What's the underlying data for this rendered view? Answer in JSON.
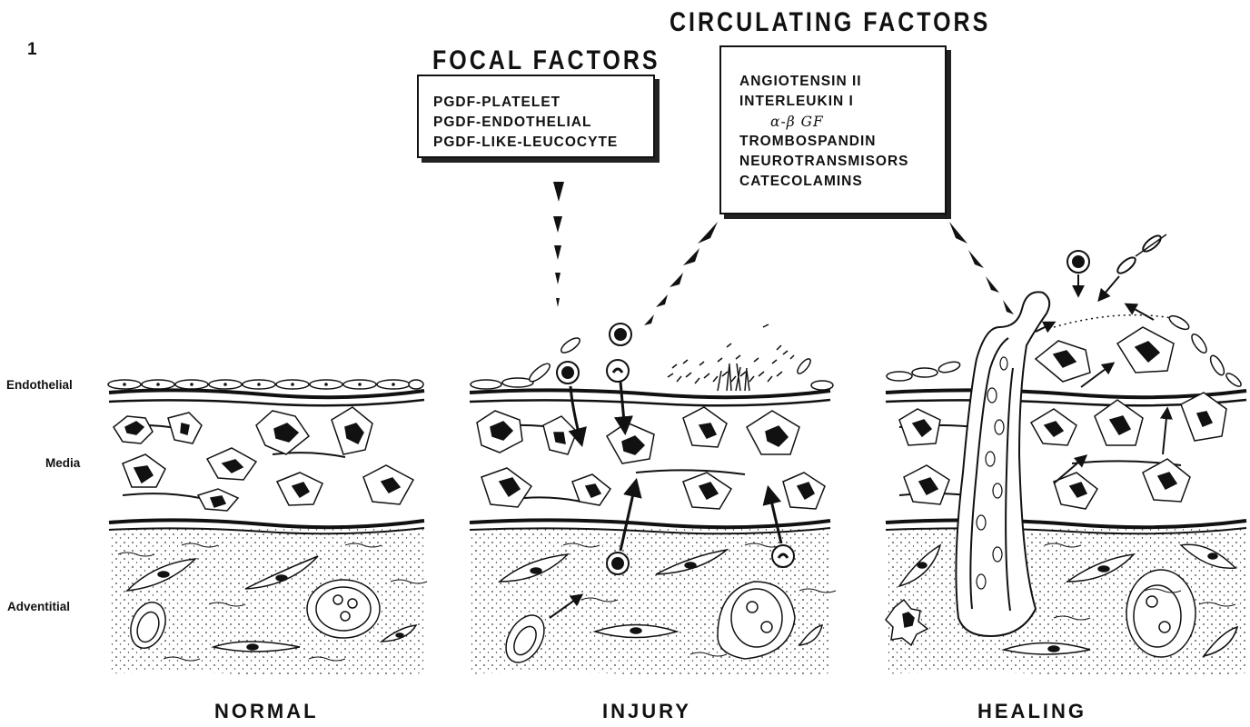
{
  "figure": {
    "number": "1"
  },
  "focal": {
    "heading": "FOCAL FACTORS",
    "items": [
      "PGDF-PLATELET",
      "PGDF-ENDOTHELIAL",
      "PGDF-LIKE-LEUCOCYTE"
    ]
  },
  "circulating": {
    "heading": "CIRCULATING FACTORS",
    "items": [
      "ANGIOTENSIN II",
      "INTERLEUKIN I",
      "α-β GF",
      "TROMBOSPANDIN",
      "NEUROTRANSMISORS",
      "CATECOLAMINS"
    ]
  },
  "layers": {
    "endothelial": "Endothelial",
    "media": "Media",
    "adventitial": "Adventitial"
  },
  "panels": {
    "normal": "NORMAL",
    "injury": "INJURY",
    "healing": "HEALING"
  }
}
